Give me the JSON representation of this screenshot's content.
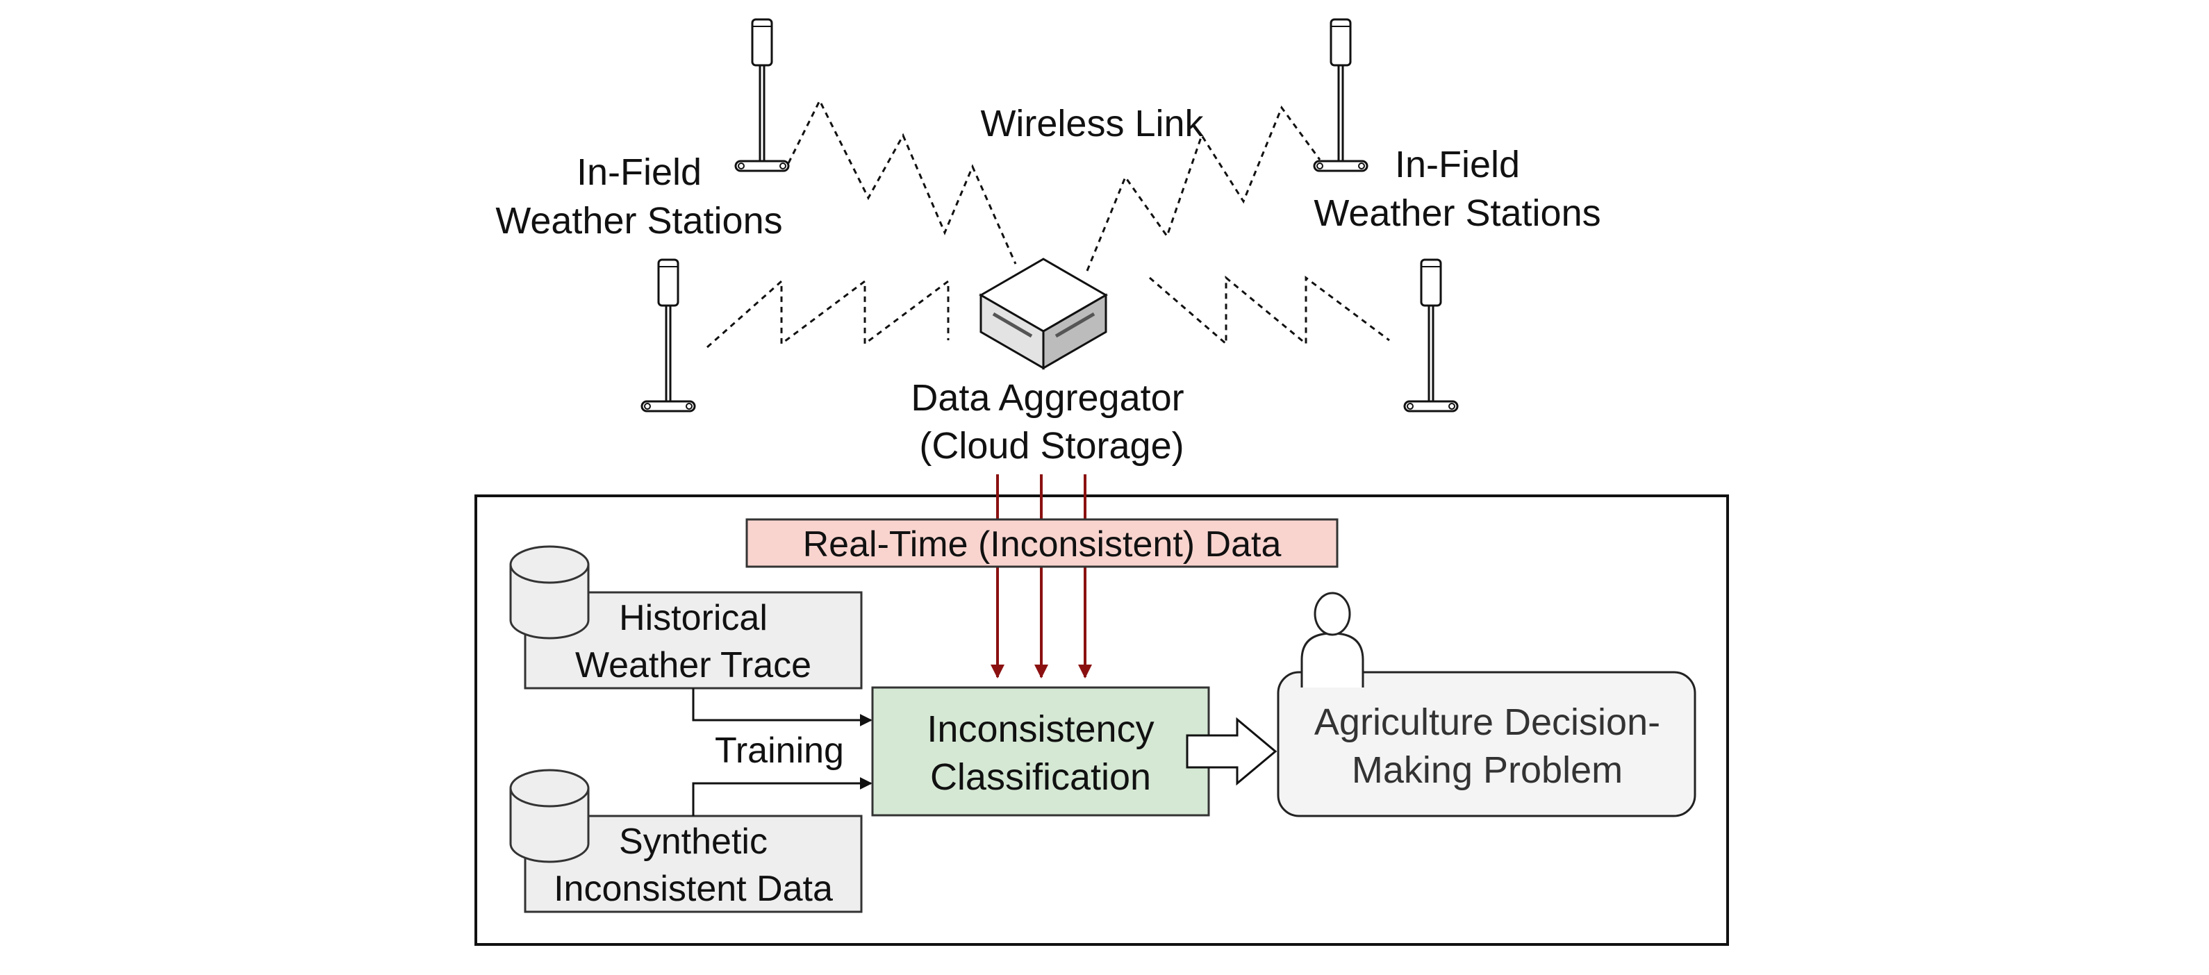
{
  "labels": {
    "wireless_link": "Wireless Link",
    "stations_left": [
      "In-Field",
      "Weather Stations"
    ],
    "stations_right": [
      "In-Field",
      "Weather Stations"
    ],
    "aggregator": [
      "Data Aggregator",
      "(Cloud Storage)"
    ],
    "realtime": "Real-Time (Inconsistent) Data",
    "historical": [
      "Historical",
      "Weather Trace"
    ],
    "synthetic": [
      "Synthetic",
      "Inconsistent Data"
    ],
    "training": "Training",
    "classification": [
      "Inconsistency",
      "Classification"
    ],
    "decision": [
      "Agriculture Decision-",
      "Making Problem"
    ]
  },
  "colors": {
    "realtime_fill": "#f9d4cf",
    "classification_fill": "#d5e8d4",
    "box_fill": "#eeeeee",
    "decision_fill": "#f4f4f4",
    "data_arrow": "#8b1111",
    "line": "#111111"
  }
}
